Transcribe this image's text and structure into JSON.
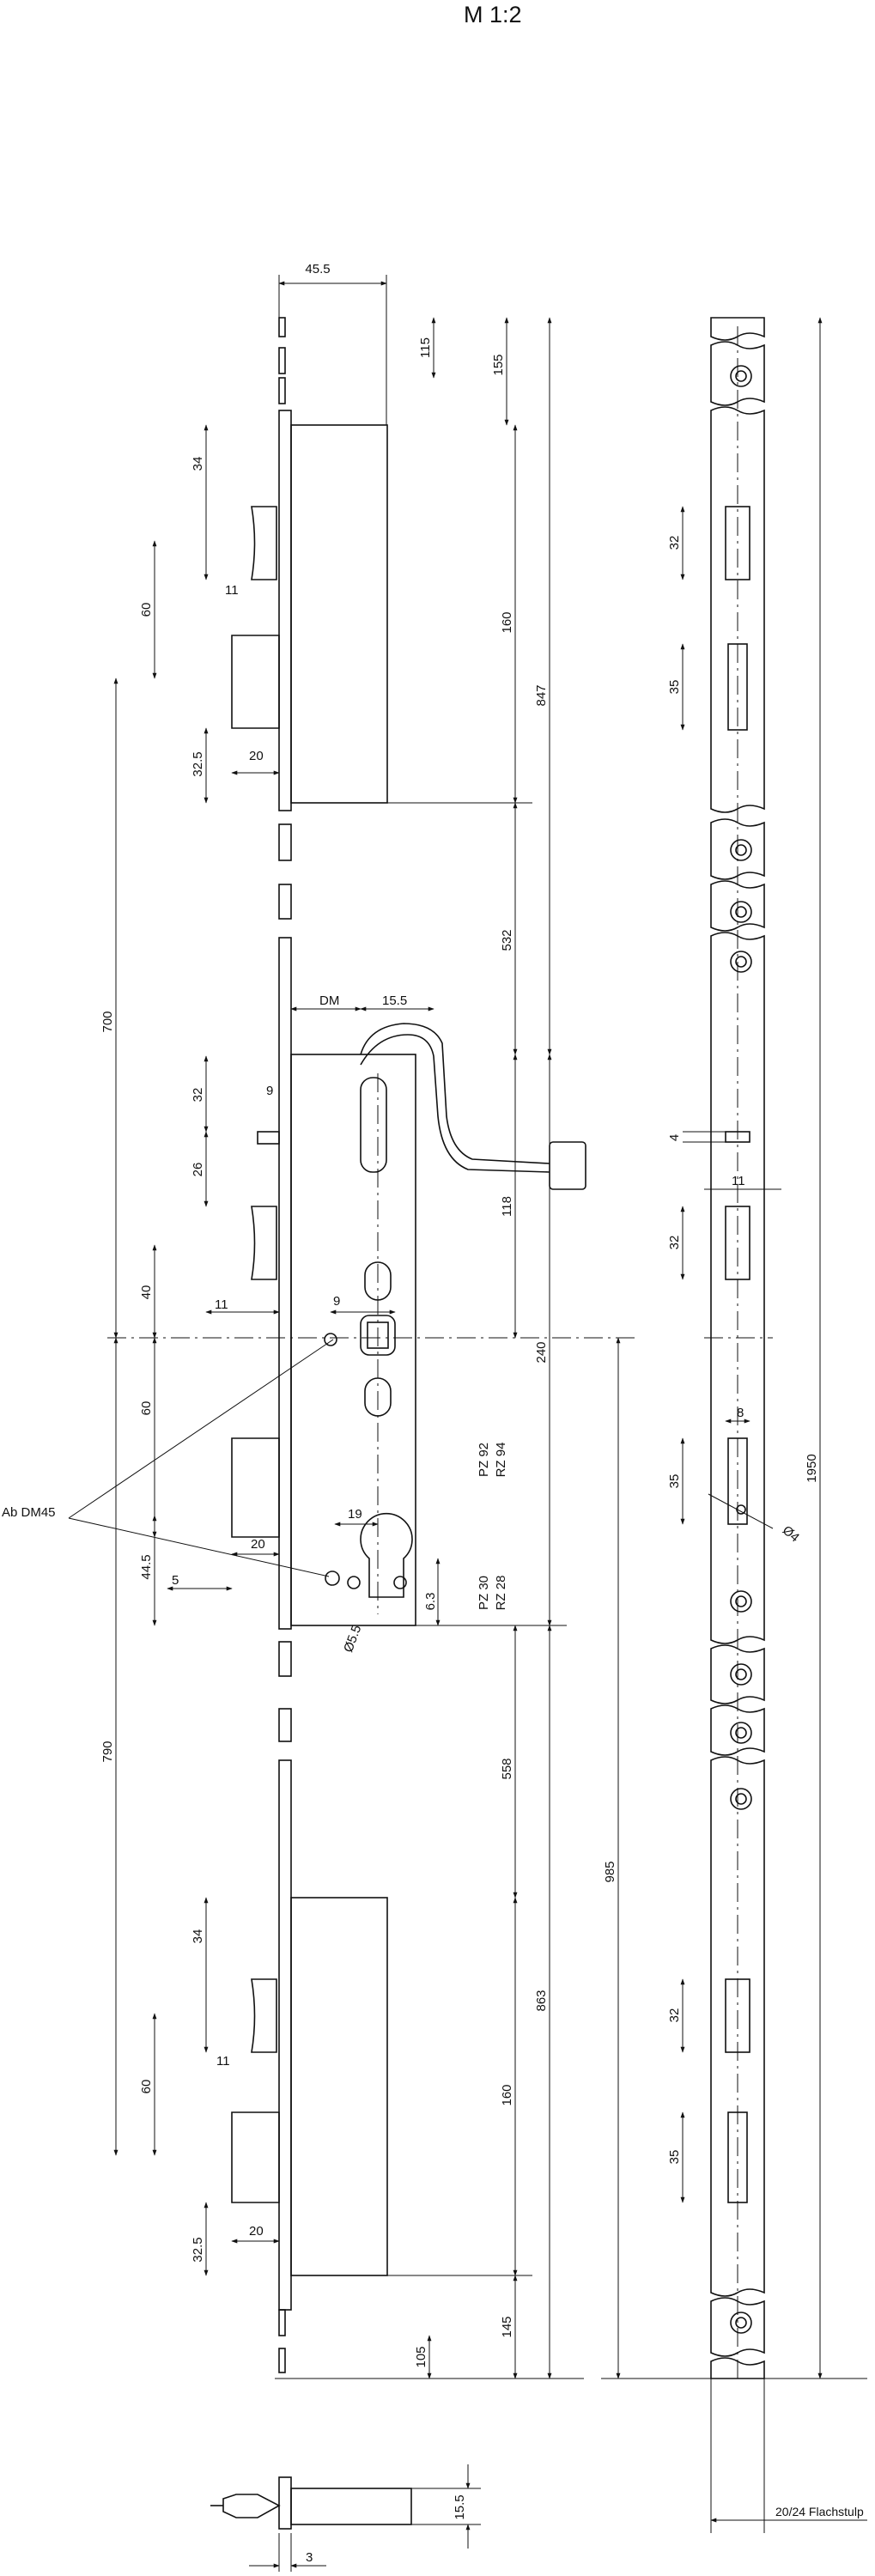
{
  "scale_label": "M 1:2",
  "left_view": {
    "top_dims": {
      "width_45_5": "45.5",
      "d115": "115",
      "d155": "155"
    },
    "upper_bolt": {
      "d34": "34",
      "d60": "60",
      "d11": "11",
      "d32_5": "32.5",
      "d20": "20",
      "d160": "160"
    },
    "d847": "847",
    "d700": "700",
    "d532": "532",
    "center": {
      "dm": "DM",
      "d15_5": "15.5",
      "d32": "32",
      "d9a": "9",
      "d26": "26",
      "d40": "40",
      "d11": "11",
      "d9b": "9",
      "d118": "118",
      "d240": "240",
      "d60": "60",
      "pz92": "PZ 92",
      "rz94": "RZ 94",
      "d20": "20",
      "d19": "19",
      "d44_5": "44.5",
      "d5": "5",
      "d6_3": "6.3",
      "pz30": "PZ 30",
      "rz28": "RZ 28",
      "phi5_5": "Ø5.5"
    },
    "callout": "Ab DM45",
    "d790": "790",
    "d558": "558",
    "d863": "863",
    "lower_bolt": {
      "d34": "34",
      "d60": "60",
      "d11": "11",
      "d32_5": "32.5",
      "d20": "20",
      "d160": "160",
      "d145": "145",
      "d105": "105"
    }
  },
  "right_view": {
    "d32a": "32",
    "d35a": "35",
    "d4": "4",
    "d11": "11",
    "d32b": "32",
    "d8": "8",
    "d35b": "35",
    "phi4": "Ø4",
    "d1950": "1950",
    "d985": "985",
    "d32c": "32",
    "d35c": "35",
    "face": "20/24 Flachstulp"
  },
  "bottom_view": {
    "d15_5": "15.5",
    "d3": "3"
  }
}
